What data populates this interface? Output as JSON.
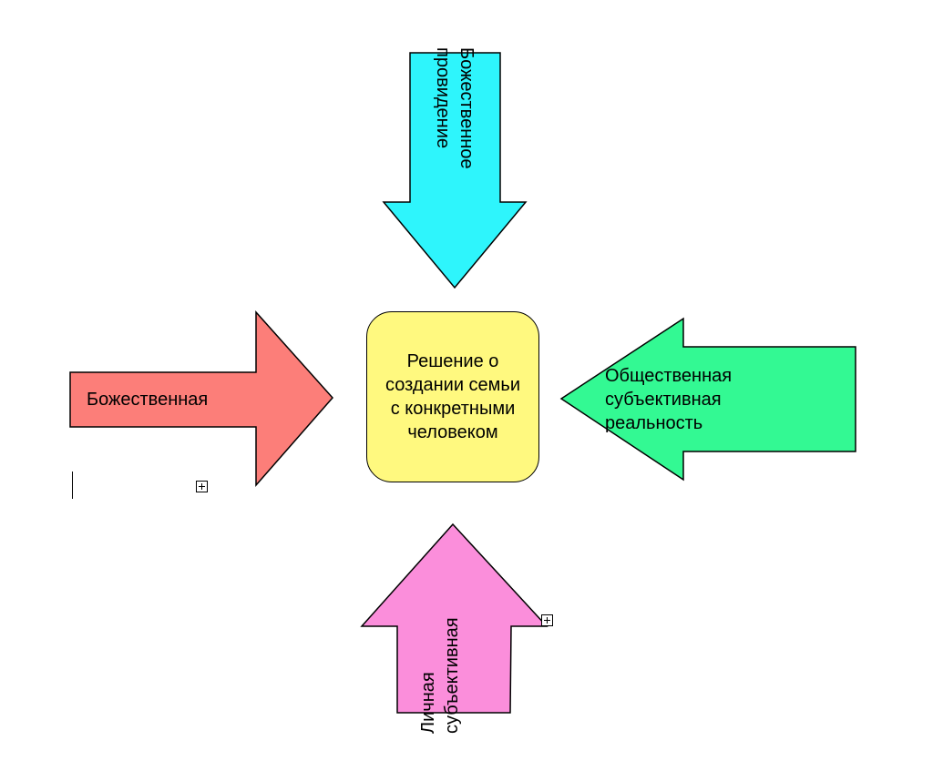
{
  "diagram": {
    "center": {
      "label": "Решение о создании семьи с конкретными человеком",
      "color": "#FFF97F"
    },
    "arrows": {
      "top": {
        "label": "Божественное провидение",
        "color": "#2EF5FC",
        "direction": "down"
      },
      "left": {
        "label": "Божественная",
        "color": "#FC7E79",
        "direction": "right"
      },
      "right": {
        "label": "Общественная субъективная реальность",
        "color": "#33F993",
        "direction": "left"
      },
      "bottom": {
        "label": "Личная субъективная",
        "color": "#FB8EDB",
        "direction": "up"
      }
    }
  },
  "icons": {
    "handle": "plus-square-icon",
    "cursor": "text-cursor"
  }
}
